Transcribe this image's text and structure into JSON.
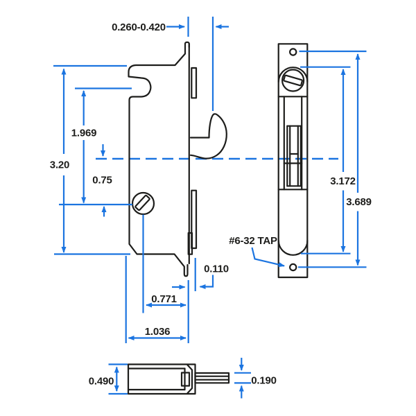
{
  "diagram": {
    "type": "engineering-drawing",
    "subject": "sliding-door mortise lock with hook latch, three orthographic views",
    "colors": {
      "dimension": "#1b74e0",
      "outline": "#1d1d1b",
      "background": "#ffffff"
    },
    "dimensions": {
      "hook_projection": "0.260-0.420",
      "notch_to_cam": "1.969",
      "body_height": "3.20",
      "centerline_to_cam": "0.75",
      "dome_to_recess": "3.172",
      "hole_to_hole": "3.689",
      "tap_note": "#6-32 TAP",
      "faceplate_offset": "0.110",
      "cam_to_face": "0.771",
      "body_depth": "1.036",
      "bottom_width": "0.490",
      "tab_thickness": "0.190"
    }
  }
}
